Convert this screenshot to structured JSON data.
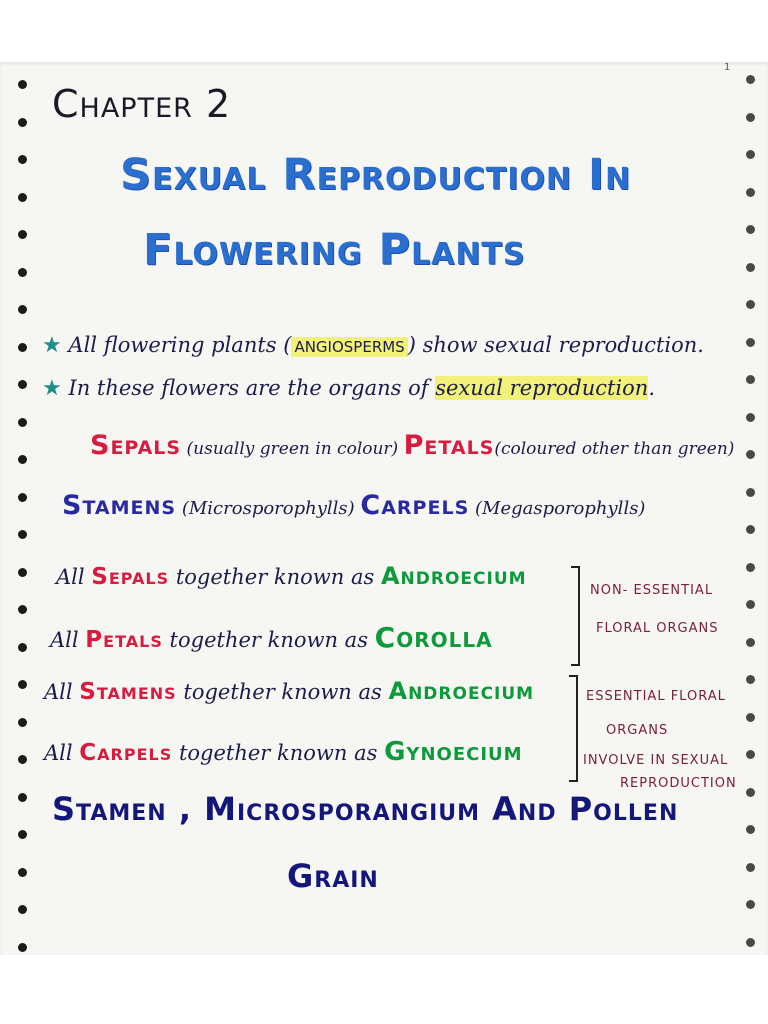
{
  "page": {
    "number": "1",
    "chapter": "Chapter 2",
    "title_line1": "Sexual Reproduction In",
    "title_line2": "Flowering Plants"
  },
  "points": [
    {
      "pre": "All flowering plants (",
      "highlight": "ANGIOSPERMS",
      "post": ") show sexual reproduction."
    },
    {
      "pre": "In these flowers are the organs of ",
      "highlight": "sexual reproduction",
      "post": "."
    }
  ],
  "organs": {
    "sepals": {
      "name": "Sepals",
      "note": "(usually green in colour)"
    },
    "petals": {
      "name": "Petals",
      "note": "(coloured other than green)"
    },
    "stamens": {
      "name": "Stamens",
      "note": "(Microsporophylls)"
    },
    "carpels": {
      "name": "Carpels",
      "note": "(Megasporophylls)"
    }
  },
  "together_rows": [
    {
      "prefix": "All",
      "organ": "Sepals",
      "mid": "together known as",
      "term": "Androecium"
    },
    {
      "prefix": "All",
      "organ": "Petals",
      "mid": "together known as",
      "term": "Corolla"
    },
    {
      "prefix": "All",
      "organ": "Stamens",
      "mid": "together known as",
      "term": "Androecium"
    },
    {
      "prefix": "All",
      "organ": "Carpels",
      "mid": "together known as",
      "term": "Gynoecium"
    }
  ],
  "groups": {
    "non_essential_line1": "NON- ESSENTIAL",
    "non_essential_line2": "FLORAL ORGANS",
    "essential_line1": "ESSENTIAL FLORAL",
    "essential_line2": "ORGANS",
    "essential_line3": "INVOLVE IN SEXUAL",
    "essential_line4": "REPRODUCTION"
  },
  "section_heading": {
    "line1": "Stamen , Microsporangium And Pollen",
    "line2": "Grain"
  },
  "colors": {
    "title": "#2a6fd0",
    "organ_red": "#d81c3f",
    "organ_navy": "#2a2aa0",
    "term_green": "#0e9a3c",
    "group_maroon": "#7a1f38",
    "highlight": "#f2f27a",
    "star": "#1d8f8a"
  }
}
